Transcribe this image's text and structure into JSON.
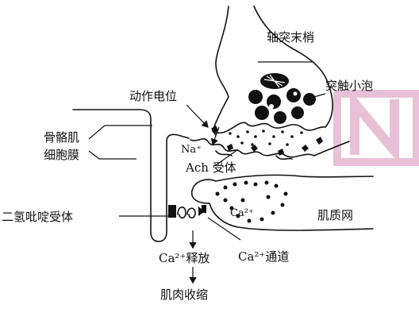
{
  "diagram": {
    "labels": {
      "axon_terminal": "轴突末梢",
      "synaptic_vesicle": "突触小泡",
      "action_potential": "动作电位",
      "muscle_membrane_line1": "骨骼肌",
      "muscle_membrane_line2": "细胞膜",
      "na_ion": "Na⁺",
      "ach_receptor": "Ach 受体",
      "dhp_receptor": "二氢吡啶受体",
      "ca_ion_in_sr": "Ca²⁺",
      "sarcoplasmic_reticulum": "肌质网",
      "ca_release": "Ca²⁺释放",
      "ca_channel": "Ca²⁺通道",
      "muscle_contraction": "肌肉收缩"
    }
  }
}
